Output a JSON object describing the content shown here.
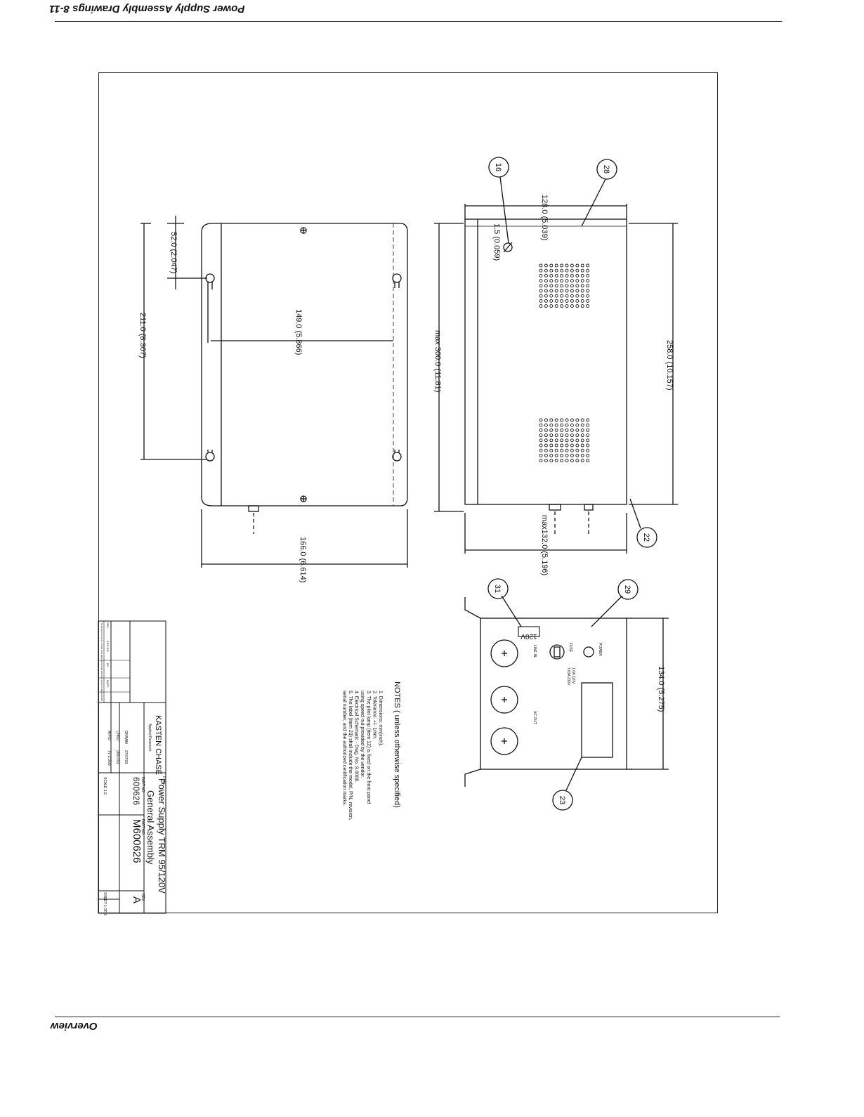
{
  "page": {
    "header_title": "Power Supply Assembly Drawings 8-11",
    "footer_title": "Overview"
  },
  "dims": {
    "d52": "52.0 (2.047)",
    "d211": "211.0 (8.307)",
    "d149": "149.0 (5.866)",
    "d166": "166.0 (6.614)",
    "dmax300": "max 300.0 (11.81)",
    "d128": "128.0 (5.039)",
    "d15": "1.5 (0.059)",
    "d258": "258.0 (10.157)",
    "dmax132": "max132.0 (5.196)",
    "d134": "134.0 (5.275)"
  },
  "balloons": {
    "b16": "16",
    "b28": "28",
    "b22": "22",
    "b31": "31",
    "b29": "29",
    "b23": "23"
  },
  "panel": {
    "voltage_label": "120V",
    "power_label": "POWER",
    "fuse_label": "FUSE",
    "fuse_rating_1": "1.0A 120V",
    "fuse_rating_2": "T.63A 230V",
    "line_in_label": "LINE IN",
    "ac_out_label": "AC OUT"
  },
  "notes": {
    "heading": "NOTES ( unless otherwise specified)",
    "lines": [
      "1. Dimensions: mm(inch).",
      "2. Tolerance: +/- 1mm.",
      "3. The pilot lamp (item 12) is fixed on the front panel",
      "using speed nut provided by the vendor.",
      "4. Electrical Schematic - Dwg. No. 9.0008.",
      "5. The label (item 23) shall include the model, P/N, revision,",
      "serial number, and the authorized certification marks."
    ]
  },
  "title_block": {
    "title_label": "TITLE",
    "title_line1": "Power Supply TRM 95/120V",
    "title_line2": "General Assembly",
    "company": "KASTEN CHASE",
    "company_sub": "Applied Research",
    "part_no_label": "PART NO",
    "part_no_1": "600626",
    "part_no_label_2": "PART NO",
    "part_no_2": "M600626",
    "rev_label": "REV",
    "rev": "A",
    "sheet": "SHEET 1 OF 1",
    "scale": "SCALE 1:2",
    "drawn_label": "DRAWN",
    "drawn_date": "27/07/93",
    "chkd_label": "CHKD",
    "chkd_date": "28/07/93",
    "appd_label": "APPD",
    "appd_date": "TV 2.0/93",
    "rev_head": "REV",
    "ecn_head": "ECN NO",
    "by_head": "BY",
    "date_head": "DATE",
    "revision_note": "This drawing is the property of Kasten Chase Applied Research and shall not be reproduced without permission"
  }
}
